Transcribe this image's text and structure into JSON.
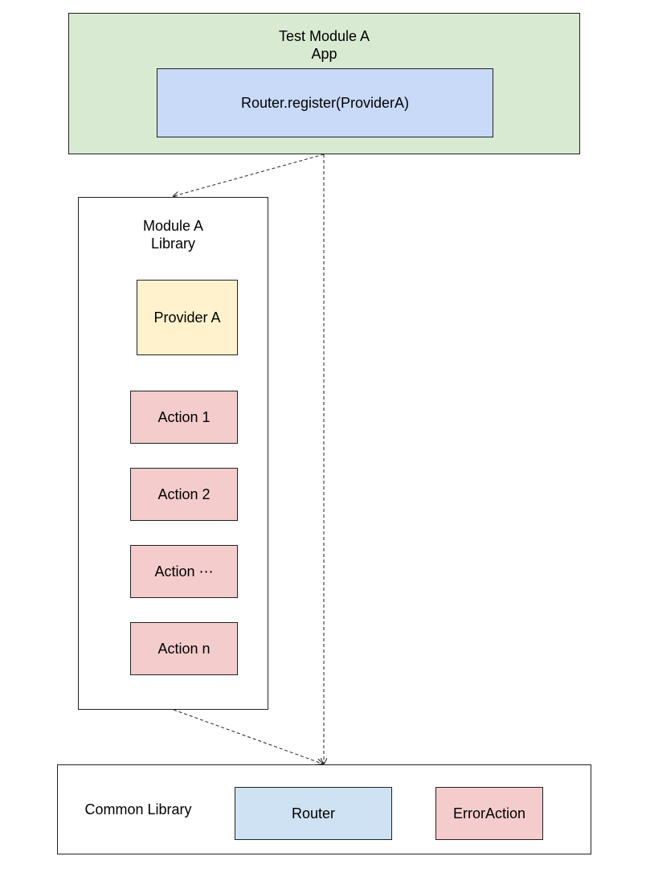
{
  "app_module": {
    "title_line1": "Test Module A",
    "title_line2": "App",
    "register_call": "Router.register(ProviderA)",
    "fill": "#d9ead3",
    "inner_fill": "#c9daf8"
  },
  "library_module": {
    "title_line1": "Module A",
    "title_line2": "Library",
    "provider": "Provider A",
    "provider_fill": "#fff2cc",
    "actions": [
      "Action 1",
      "Action 2",
      "Action ⋯",
      "Action n"
    ],
    "action_fill": "#f4cccc"
  },
  "common_library": {
    "label": "Common Library",
    "router": "Router",
    "router_fill": "#cfe2f3",
    "error_action": "ErrorAction",
    "error_fill": "#f4cccc"
  }
}
